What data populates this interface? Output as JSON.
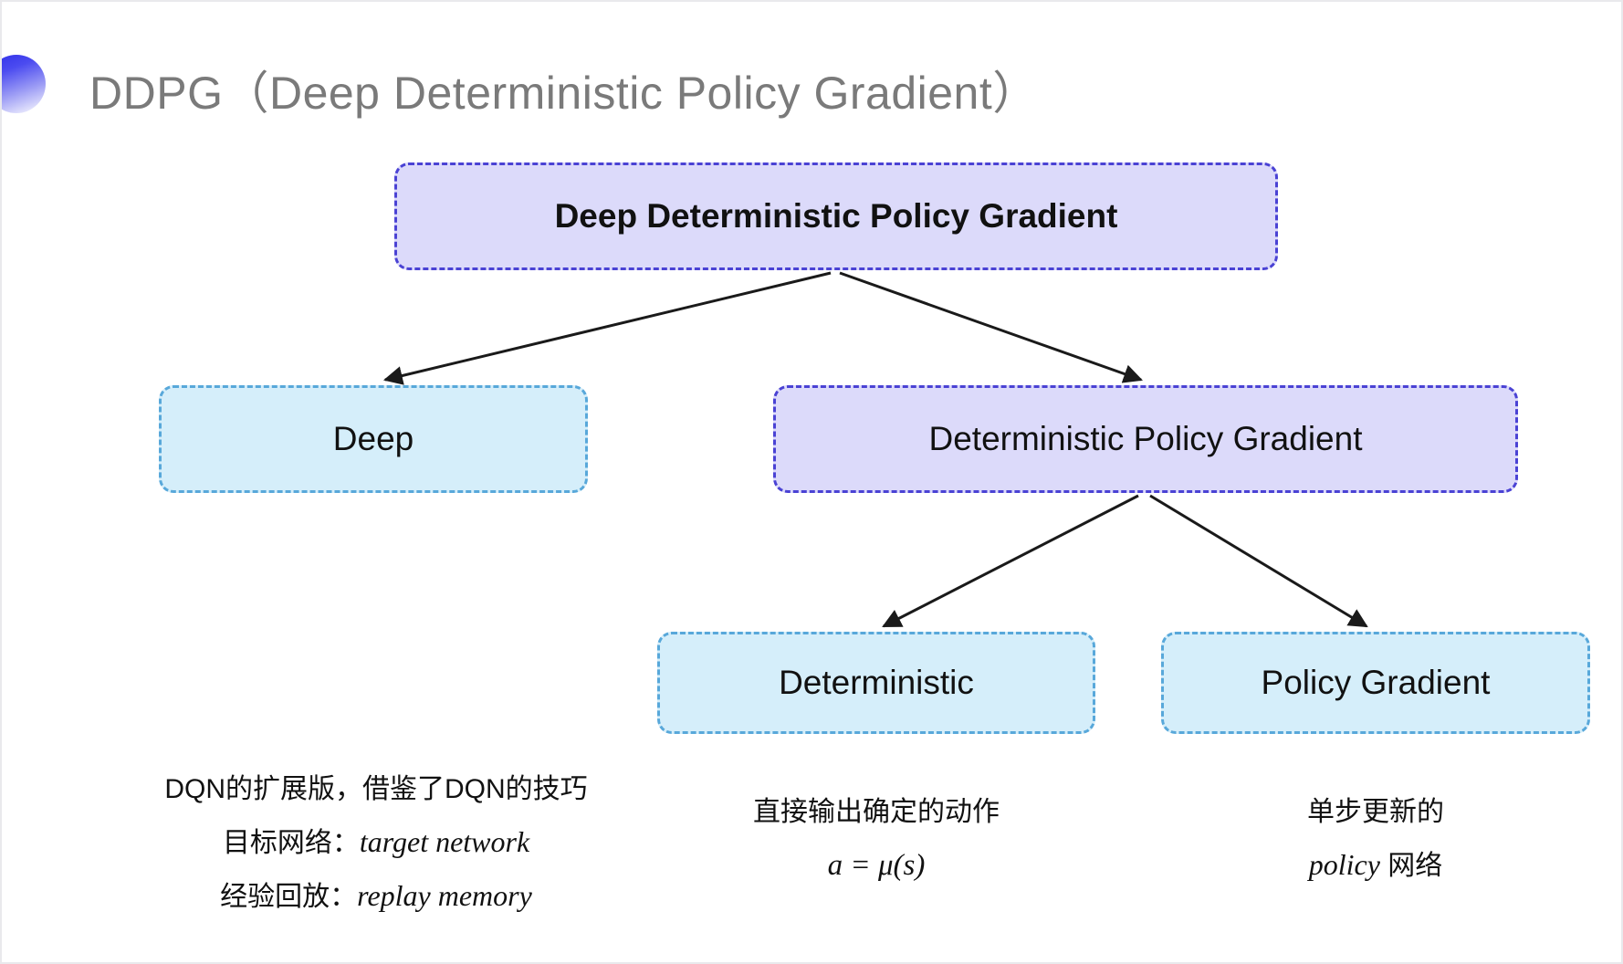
{
  "slide": {
    "title": "DDPG（Deep Deterministic Policy Gradient）",
    "bullet_icon": "gradient-circle-icon",
    "background_color": "#ffffff",
    "title_color": "#7a7a7a"
  },
  "palette": {
    "purple_fill": "#dcdafa",
    "purple_border": "#4a42d4",
    "cyan_fill": "#d5eefa",
    "cyan_border": "#58a8da",
    "arrow_color": "#1a1a1a",
    "text_color": "#111111"
  },
  "tree": {
    "root": {
      "label": "Deep Deterministic Policy Gradient",
      "style": "purple"
    },
    "level2": [
      {
        "label": "Deep",
        "style": "cyan"
      },
      {
        "label": "Deterministic Policy Gradient",
        "style": "purple"
      }
    ],
    "level3": [
      {
        "label": "Deterministic",
        "style": "cyan"
      },
      {
        "label": "Policy Gradient",
        "style": "cyan"
      }
    ]
  },
  "captions": {
    "deep": {
      "line1": "DQN的扩展版，借鉴了DQN的技巧",
      "line2_label": "目标网络：",
      "line2_term": "target network",
      "line3_label": "经验回放：",
      "line3_term": "replay memory"
    },
    "deterministic": {
      "line1": "直接输出确定的动作",
      "formula": "a = μ(s)"
    },
    "policy_gradient": {
      "line1": "单步更新的",
      "line2_term": "policy",
      "line2_suffix": " 网络"
    }
  },
  "arrows": [
    {
      "name": "root-to-deep",
      "from": "root",
      "to": "deep"
    },
    {
      "name": "root-to-dpg",
      "from": "root",
      "to": "deterministic-policy-gradient"
    },
    {
      "name": "dpg-to-deterministic",
      "from": "deterministic-policy-gradient",
      "to": "deterministic"
    },
    {
      "name": "dpg-to-policy-gradient",
      "from": "deterministic-policy-gradient",
      "to": "policy-gradient"
    }
  ]
}
